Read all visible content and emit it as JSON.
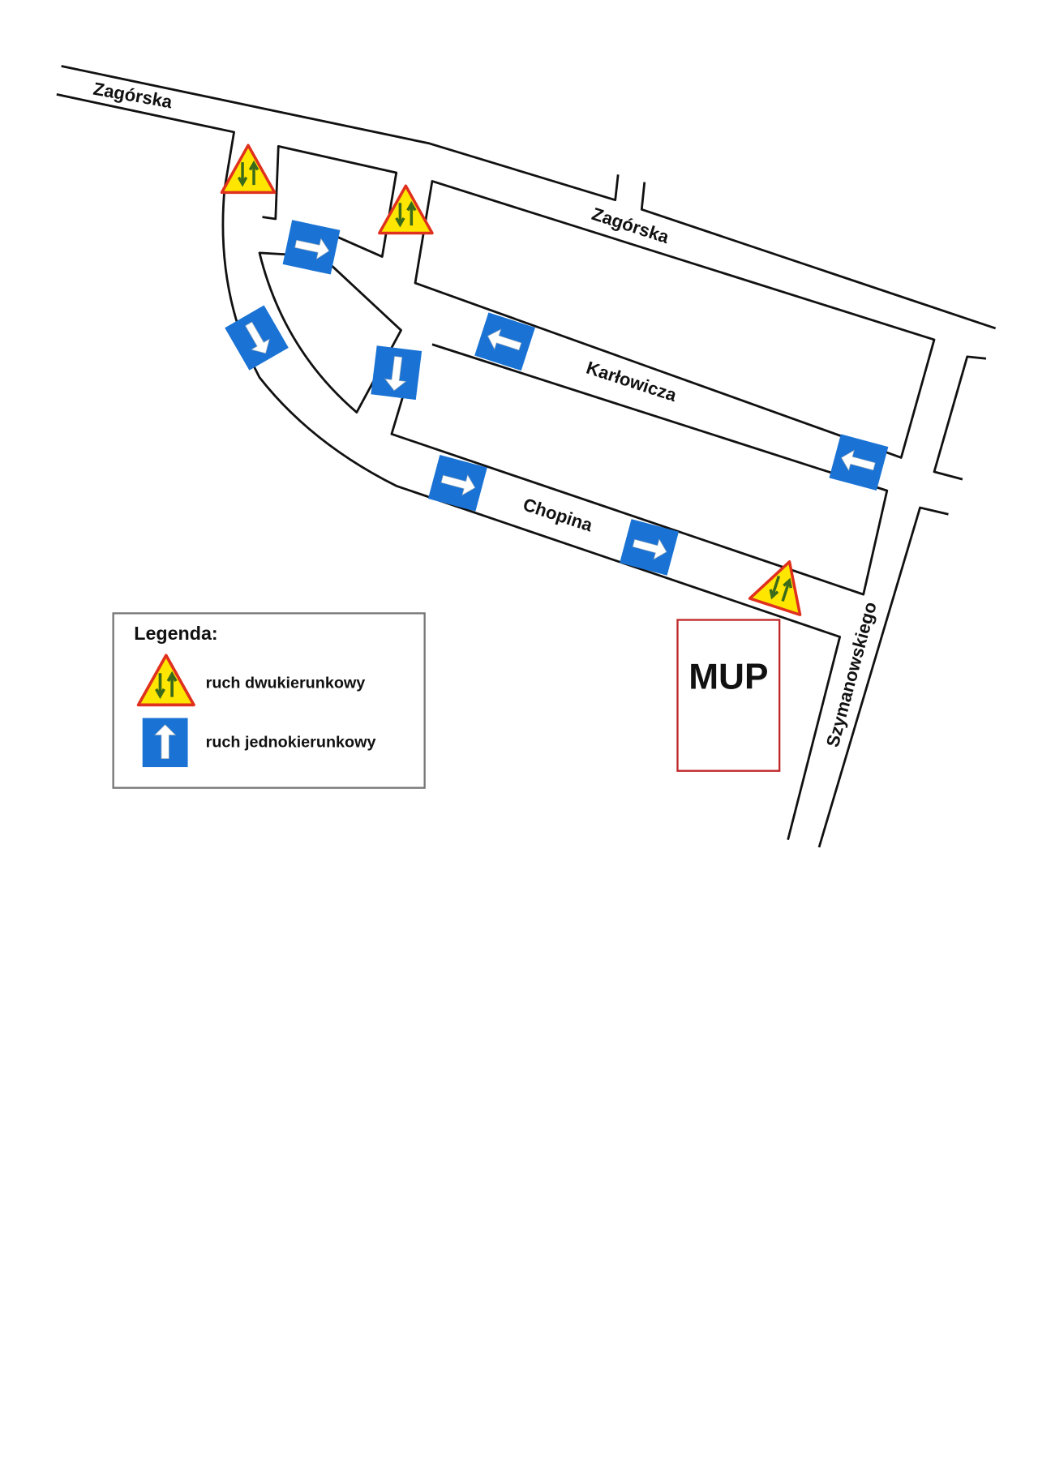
{
  "map": {
    "streets": {
      "zagorska_west": "Zagórska",
      "zagorska_east": "Zagórska",
      "karlowicza": "Karłowicza",
      "chopina": "Chopina",
      "szymanowskiego": "Szymanowskiego"
    },
    "building": "MUP",
    "legend": {
      "title": "Legenda:",
      "items": [
        {
          "icon": "two-way-traffic-sign-icon",
          "label": "ruch dwukierunkowy"
        },
        {
          "icon": "one-way-traffic-sign-icon",
          "label": "ruch jednokierunkowy"
        }
      ]
    },
    "colors": {
      "sign_blue": "#1a73d4",
      "warning_yellow": "#ffe600",
      "warning_border": "#e0301e",
      "mup_border": "#c0282a"
    }
  }
}
